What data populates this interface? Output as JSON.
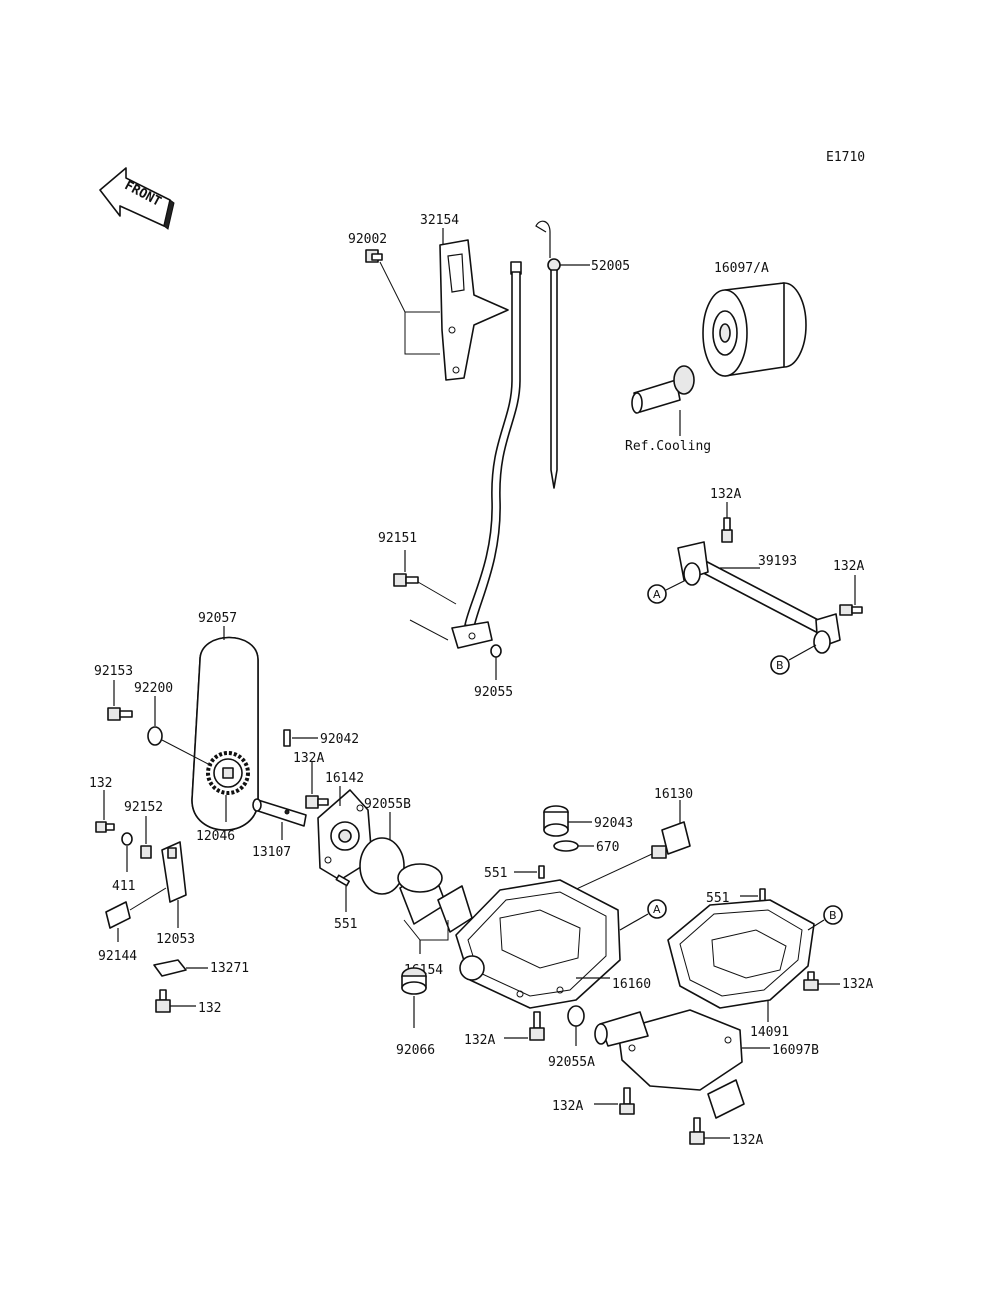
{
  "diagram": {
    "code": "E1710",
    "front_label": "FRONT",
    "ref_cooling": "Ref.Cooling",
    "ref_markers": {
      "A": "A",
      "B": "B"
    },
    "labels": {
      "p32154": "32154",
      "p92002": "92002",
      "p52005": "52005",
      "p16097A": "16097/A",
      "p132A_1": "132A",
      "p39193": "39193",
      "p132A_2": "132A",
      "p92151": "92151",
      "p92055": "92055",
      "p92057": "92057",
      "p92153": "92153",
      "p92200": "92200",
      "p92042": "92042",
      "p132A_3": "132A",
      "p16142": "16142",
      "p132_1": "132",
      "p92152": "92152",
      "p12046": "12046",
      "p13107": "13107",
      "p92055B": "92055B",
      "p16130": "16130",
      "p92043": "92043",
      "p670": "670",
      "p411": "411",
      "p551_1": "551",
      "p551_2": "551",
      "p551_3": "551",
      "p92144": "92144",
      "p12053": "12053",
      "p16154": "16154",
      "p13271": "13271",
      "p132_2": "132",
      "p16160": "16160",
      "p14091": "14091",
      "p132A_4": "132A",
      "p92066": "92066",
      "p132A_5": "132A",
      "p92055A": "92055A",
      "p16097B": "16097B",
      "p132A_6": "132A",
      "p132A_7": "132A"
    }
  }
}
